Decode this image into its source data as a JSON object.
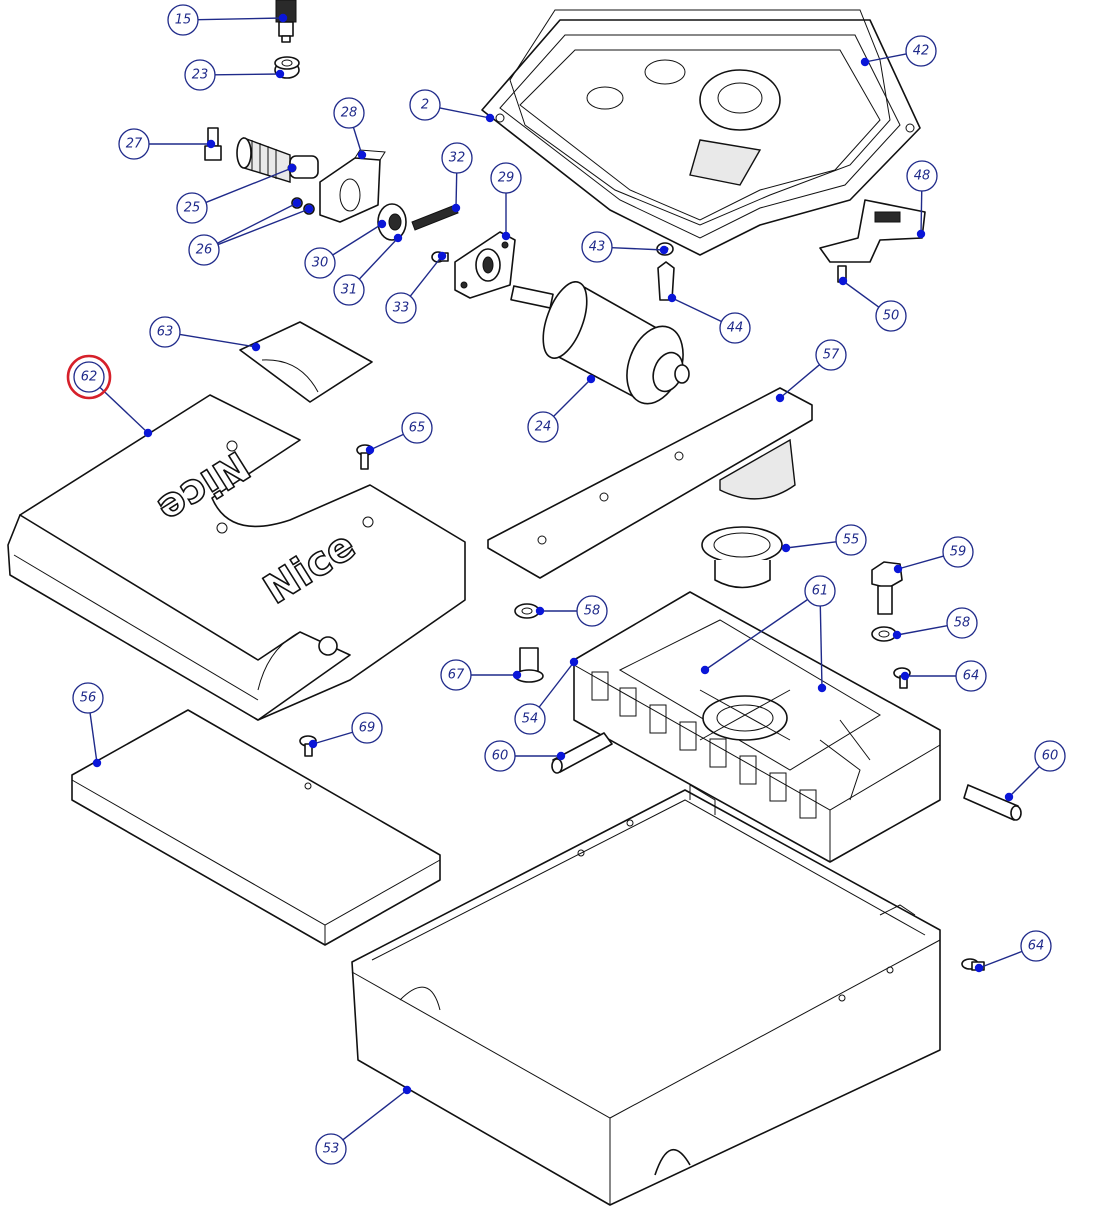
{
  "diagram": {
    "brand_text": [
      "Nice",
      "Nice"
    ],
    "highlight_color": "#d6202a",
    "callout_color": "#1f2a8a",
    "dot_color": "#0a16d8",
    "callouts": [
      {
        "id": "15",
        "label": "15"
      },
      {
        "id": "23",
        "label": "23"
      },
      {
        "id": "27",
        "label": "27"
      },
      {
        "id": "28",
        "label": "28"
      },
      {
        "id": "25",
        "label": "25"
      },
      {
        "id": "26",
        "label": "26"
      },
      {
        "id": "2",
        "label": "2"
      },
      {
        "id": "42",
        "label": "42"
      },
      {
        "id": "32",
        "label": "32"
      },
      {
        "id": "29",
        "label": "29"
      },
      {
        "id": "30",
        "label": "30"
      },
      {
        "id": "31",
        "label": "31"
      },
      {
        "id": "33",
        "label": "33"
      },
      {
        "id": "43",
        "label": "43"
      },
      {
        "id": "48",
        "label": "48"
      },
      {
        "id": "44",
        "label": "44"
      },
      {
        "id": "50",
        "label": "50"
      },
      {
        "id": "63",
        "label": "63"
      },
      {
        "id": "62",
        "label": "62",
        "highlighted": true
      },
      {
        "id": "24",
        "label": "24"
      },
      {
        "id": "57",
        "label": "57"
      },
      {
        "id": "65",
        "label": "65"
      },
      {
        "id": "55",
        "label": "55"
      },
      {
        "id": "59",
        "label": "59"
      },
      {
        "id": "61",
        "label": "61"
      },
      {
        "id": "58a",
        "label": "58"
      },
      {
        "id": "58b",
        "label": "58"
      },
      {
        "id": "67",
        "label": "67"
      },
      {
        "id": "64a",
        "label": "64"
      },
      {
        "id": "54",
        "label": "54"
      },
      {
        "id": "56",
        "label": "56"
      },
      {
        "id": "69",
        "label": "69"
      },
      {
        "id": "60a",
        "label": "60"
      },
      {
        "id": "60b",
        "label": "60"
      },
      {
        "id": "64b",
        "label": "64"
      },
      {
        "id": "53",
        "label": "53"
      }
    ]
  }
}
